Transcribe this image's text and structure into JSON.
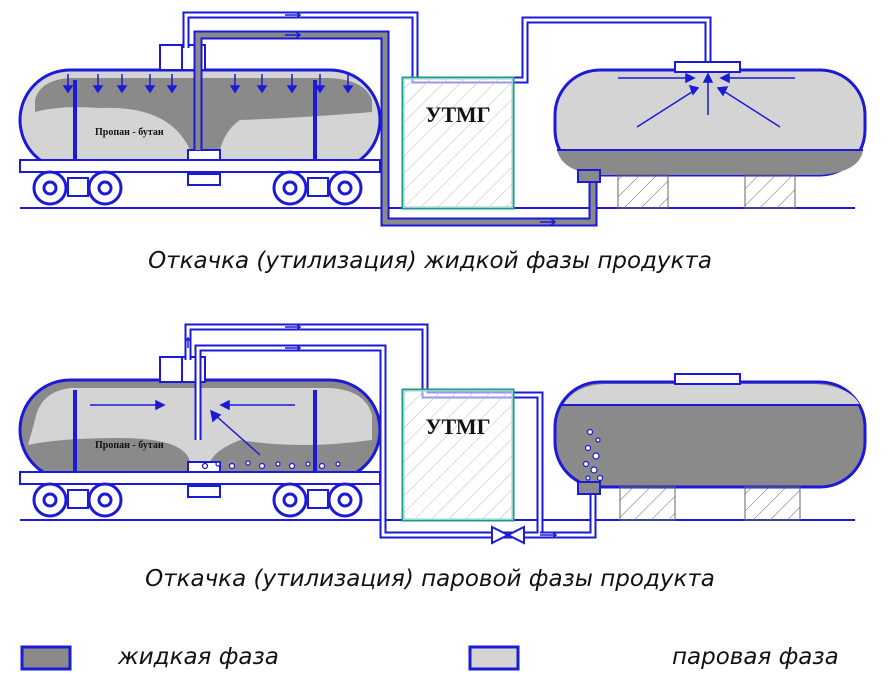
{
  "diagram1": {
    "tank_label": "Пропан - бутан",
    "box_label": "УТМГ",
    "caption": "Откачка (утилизация) жидкой фазы продукта"
  },
  "diagram2": {
    "tank_label": "Пропан - бутан",
    "box_label": "УТМГ",
    "caption": "Откачка (утилизация) паровой фазы продукта"
  },
  "legend": {
    "liquid_label": "жидкая фаза",
    "vapor_label": "паровая фаза"
  },
  "colors": {
    "line": "#1a1ad8",
    "liquid": "#8a8a8a",
    "vapor": "#d4d4d4",
    "box_border": "#1e9a8e"
  }
}
